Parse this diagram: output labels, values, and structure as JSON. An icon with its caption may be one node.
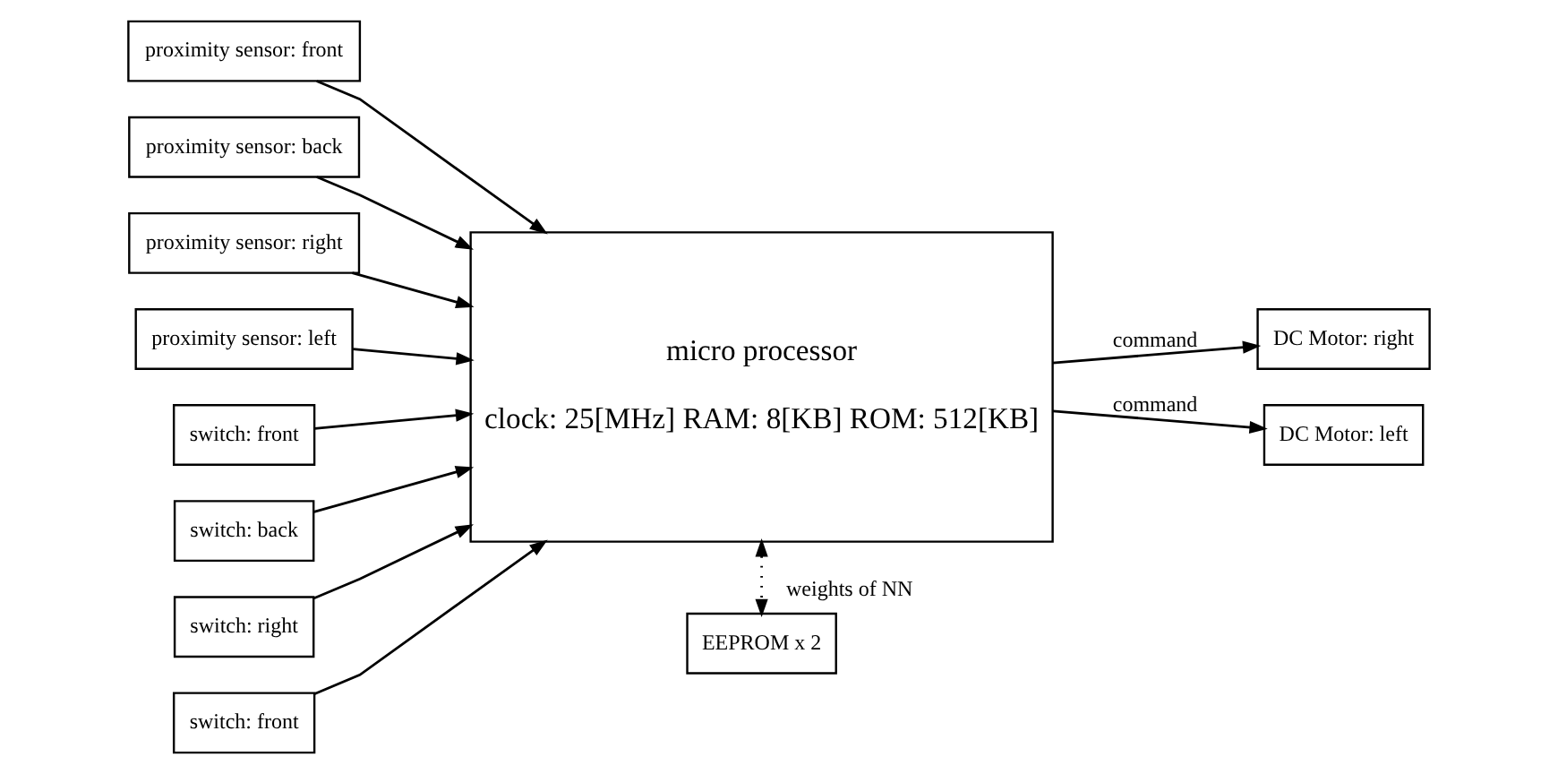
{
  "diagram": {
    "nodes": [
      {
        "text": [
          "proximity sensor: front"
        ]
      },
      {
        "text": [
          "proximity sensor: back"
        ]
      },
      {
        "text": [
          "proximity sensor: right"
        ]
      },
      {
        "text": [
          "proximity sensor: left"
        ]
      },
      {
        "text": [
          "micro processor",
          "clock: 25[MHz] RAM: 8[KB] ROM: 512[KB]"
        ]
      },
      {
        "text": [
          "DC Motor: right"
        ]
      },
      {
        "text": [
          "DC Motor: left"
        ]
      },
      {
        "text": [
          "switch: front"
        ]
      },
      {
        "text": [
          "switch: back"
        ]
      },
      {
        "text": [
          "switch: right"
        ]
      },
      {
        "text": [
          "switch: front"
        ]
      },
      {
        "text": [
          "EEPROM x 2"
        ]
      }
    ],
    "edges": [
      {
        "from": 0,
        "to": 4,
        "arrow": "to"
      },
      {
        "from": 1,
        "to": 4,
        "arrow": "to"
      },
      {
        "from": 2,
        "to": 4,
        "arrow": "to"
      },
      {
        "from": 3,
        "to": 4,
        "arrow": "to"
      },
      {
        "from": 4,
        "to": 5,
        "arrow": "to",
        "label": "command"
      },
      {
        "from": 4,
        "to": 6,
        "arrow": "to",
        "label": "command"
      },
      {
        "from": 7,
        "to": 4,
        "arrow": "to"
      },
      {
        "from": 8,
        "to": 4,
        "arrow": "to"
      },
      {
        "from": 9,
        "to": 4,
        "arrow": "to"
      },
      {
        "from": 10,
        "to": 4,
        "arrow": "to"
      },
      {
        "from": 4,
        "to": 11,
        "arrow": "both",
        "label": "weights of NN",
        "style": "dashed"
      }
    ]
  }
}
